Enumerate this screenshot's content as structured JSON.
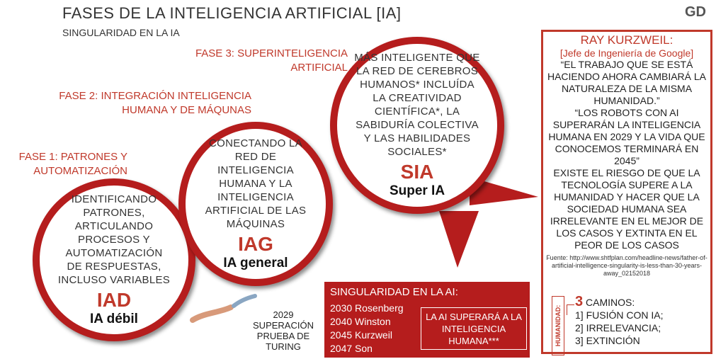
{
  "header": {
    "title": "FASES DE LA INTELIGENCIA ARTIFICIAL [IA]",
    "subtitle": "SINGULARIDAD EN LA IA",
    "logo": "GD"
  },
  "phases": {
    "phase1": "FASE 1: PATRONES Y AUTOMATIZACIÓN",
    "phase2": "FASE 2: INTEGRACIÓN INTELIGENCIA HUMANA Y DE MÁQUNAS",
    "phase3": "FASE 3: SUPERINTELIGENCIA ARTIFICIAL"
  },
  "circles": {
    "iad": {
      "text": "IDENTIFICANDO PATRONES, ARTICULANDO PROCESOS Y AUTOMATIZACIÓN DE RESPUESTAS, INCLUSO VARIABLES",
      "code": "IAD",
      "name": "IA débil"
    },
    "iag": {
      "text": "CONECTANDO LA RED DE INTELIGENCIA HUMANA Y LA INTELIGENCIA ARTIFICIAL DE LAS MÁQUINAS",
      "code": "IAG",
      "name": "IA general"
    },
    "sia": {
      "text": "MÁS INTELIGENTE QUE LA RED DE CEREBROS HUMANOS* INCLUÍDA LA CREATIVIDAD CIENTÍFICA*, LA SABIDURÍA COLECTIVA Y LAS HABILIDADES SOCIALES*",
      "code": "SIA",
      "name": "Super IA"
    }
  },
  "turing": "2029 SUPERACIÓN PRUEBA DE TURING",
  "singularity": {
    "heading": "SINGULARIDAD EN LA AI:",
    "years": [
      "2030 Rosenberg",
      "2040 Winston",
      "2045 Kurzweil",
      "2047 Son"
    ],
    "box": "LA AI SUPERARÁ A LA INTELIGENCIA HUMANA***"
  },
  "kurzweil": {
    "name": "RAY KURZWEIL:",
    "role": "[Jefe de Ingeniería de Google]",
    "quote1": "“EL TRABAJO QUE SE ESTÁ HACIENDO AHORA CAMBIARÁ LA NATURALEZA DE LA MISMA HUMANIDAD.”",
    "quote2": "“LOS ROBOTS CON AI SUPERARÁN LA INTELIGENCIA HUMANA EN 2029 Y LA VIDA QUE CONOCEMOS TERMINARÁ EN 2045”",
    "risk": "EXISTE EL RIESGO DE QUE LA TECNOLOGÍA SUPERE A LA HUMANIDAD Y HACER QUE LA SOCIEDAD HUMANA SEA IRRELEVANTE EN EL MEJOR DE LOS CASOS Y EXTINTA EN EL PEOR DE LOS CASOS",
    "source": "Fuente: http://www.shtfplan.com/headline-news/father-of-artificial-intelligence-singularity-is-less-than-30-years-away_02152018"
  },
  "humanity": {
    "label": "HUMANIDAD:",
    "count": "3",
    "heading": "CAMINOS:",
    "paths": [
      "1] FUSIÓN CON IA;",
      "2] IRRELEVANCIA;",
      "3] EXTINCIÓN"
    ]
  },
  "colors": {
    "accent": "#b51d1d",
    "text": "#333333"
  }
}
